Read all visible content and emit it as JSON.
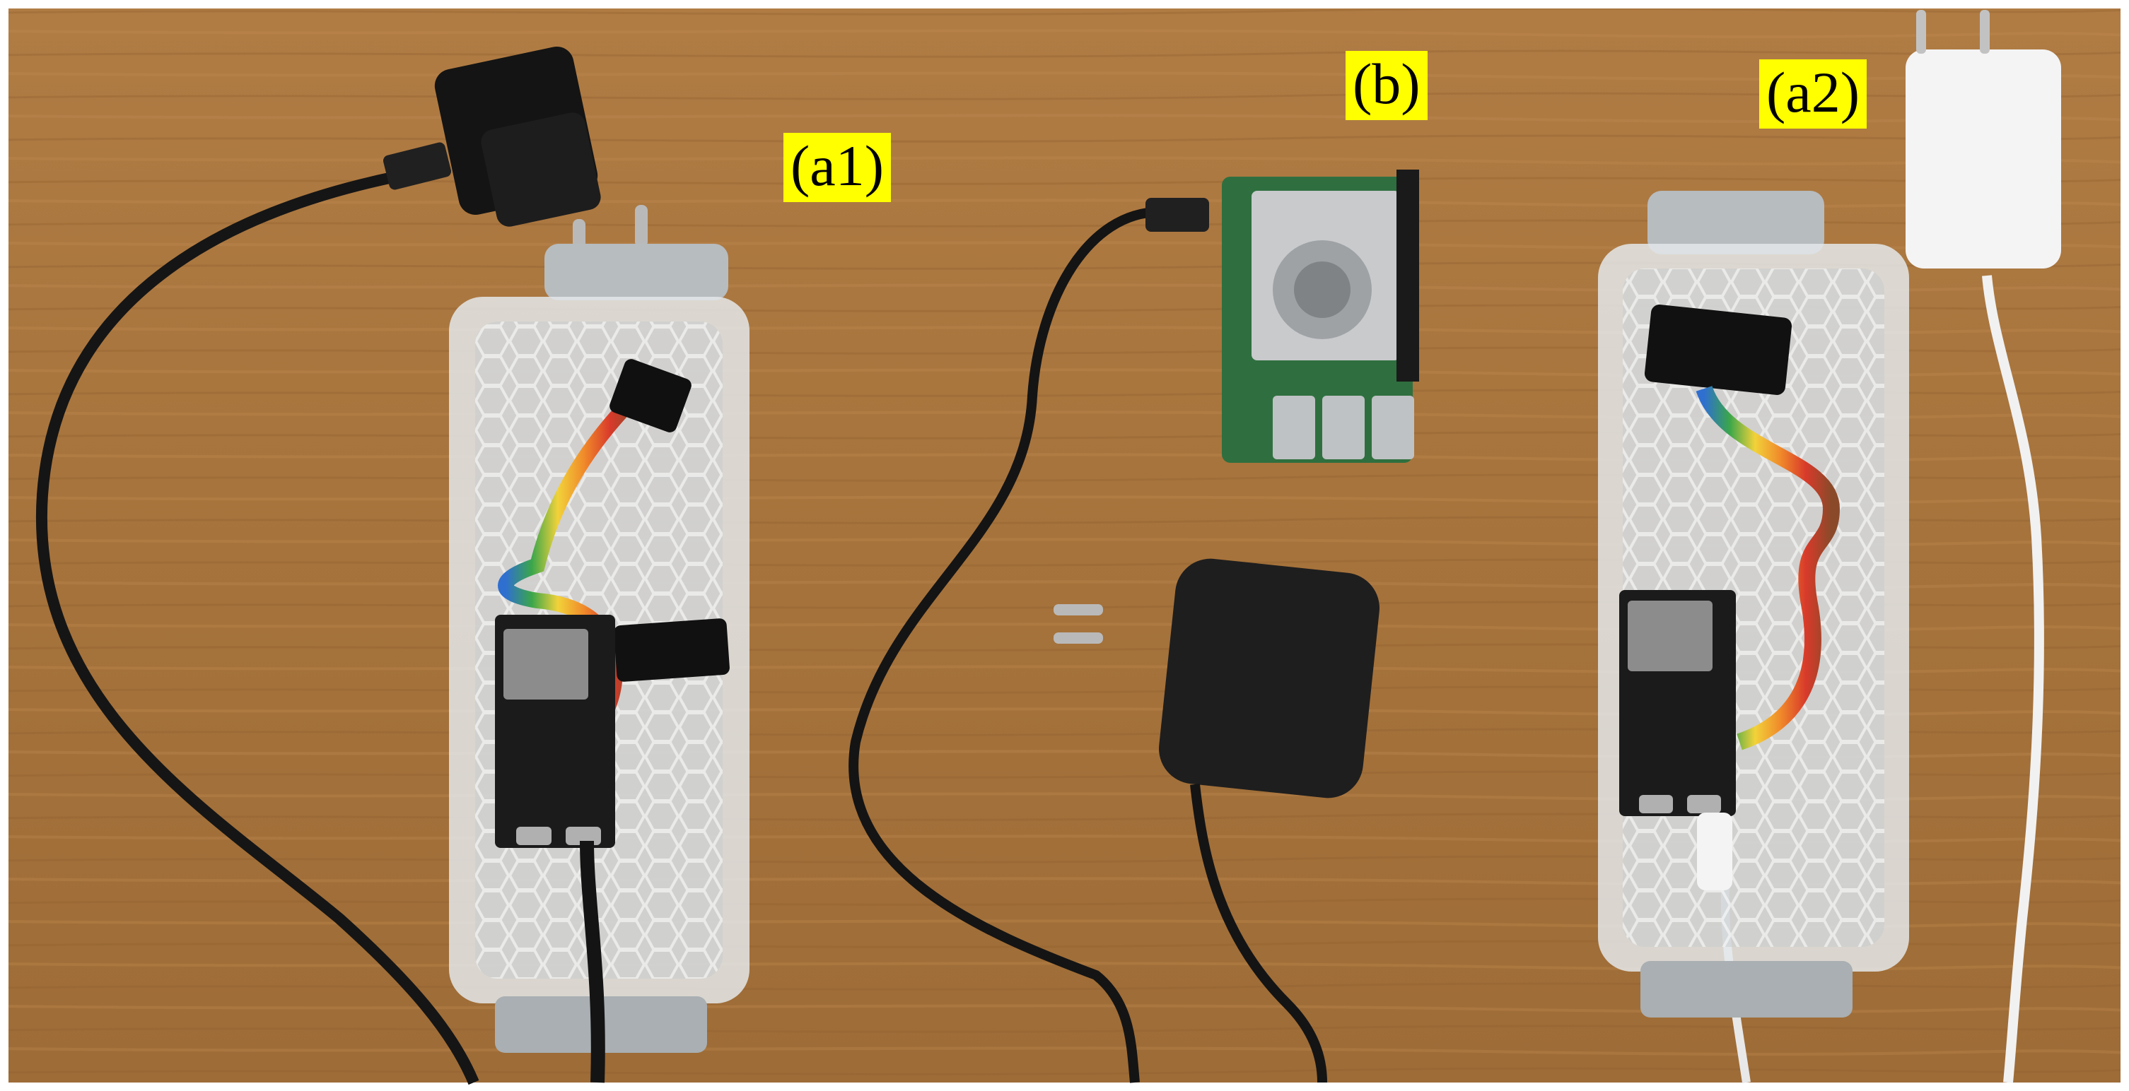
{
  "labels": {
    "a1": "(a1)",
    "b": "(b)",
    "a2": "(a2)"
  },
  "colors": {
    "label_background": "#ffff00",
    "table_wood": "#a9773f",
    "case_plastic": "#dfe3e6",
    "pcb": "#1c1c1c",
    "charger_black": "#1a1a1a",
    "charger_white": "#f4f4f4"
  }
}
